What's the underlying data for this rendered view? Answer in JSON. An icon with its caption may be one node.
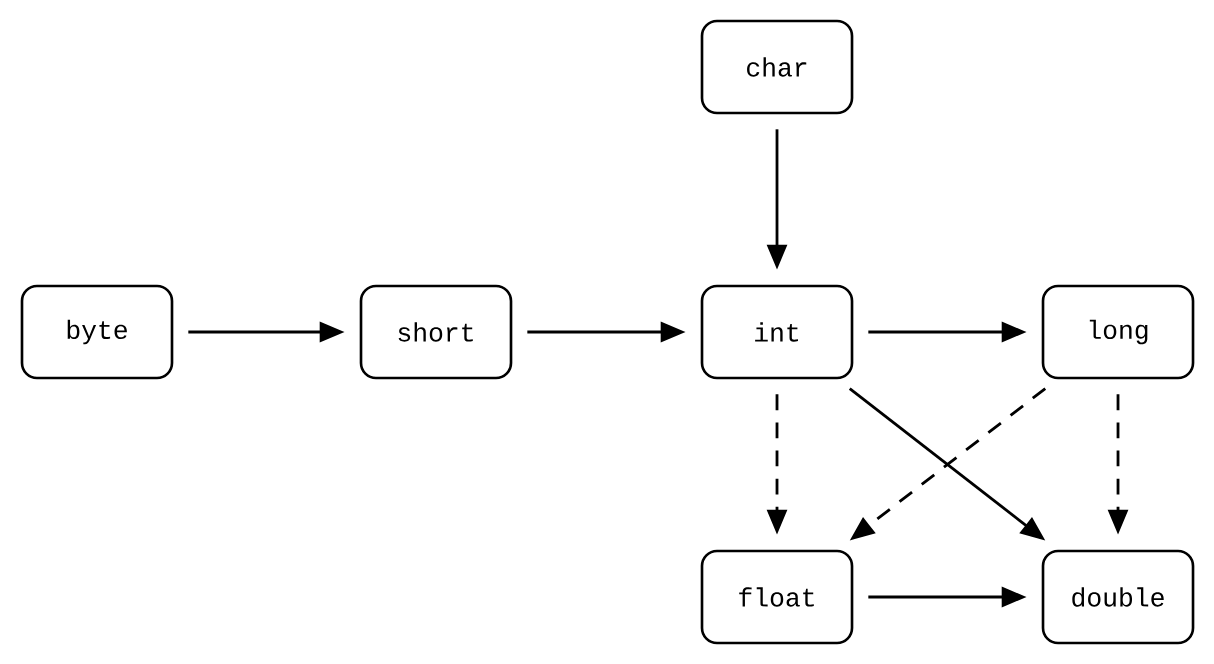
{
  "diagram": {
    "nodes": [
      {
        "text": [
          "char"
        ]
      },
      {
        "text": [
          "byte"
        ]
      },
      {
        "text": [
          "short"
        ]
      },
      {
        "text": [
          "int"
        ]
      },
      {
        "text": [
          "long"
        ]
      },
      {
        "text": [
          "float"
        ]
      },
      {
        "text": [
          "double"
        ]
      }
    ],
    "edges": [
      {
        "from": 0,
        "to": 3,
        "arrow": "to"
      },
      {
        "from": 1,
        "to": 2,
        "arrow": "to"
      },
      {
        "from": 2,
        "to": 3,
        "arrow": "to"
      },
      {
        "from": 3,
        "to": 4,
        "arrow": "to"
      },
      {
        "from": 3,
        "to": 5,
        "arrow": "to",
        "style": "dashed"
      },
      {
        "from": 3,
        "to": 6,
        "arrow": "to"
      },
      {
        "from": 4,
        "to": 5,
        "arrow": "to",
        "style": "dashed"
      },
      {
        "from": 4,
        "to": 6,
        "arrow": "to",
        "style": "dashed"
      },
      {
        "from": 5,
        "to": 6,
        "arrow": "to"
      }
    ]
  }
}
